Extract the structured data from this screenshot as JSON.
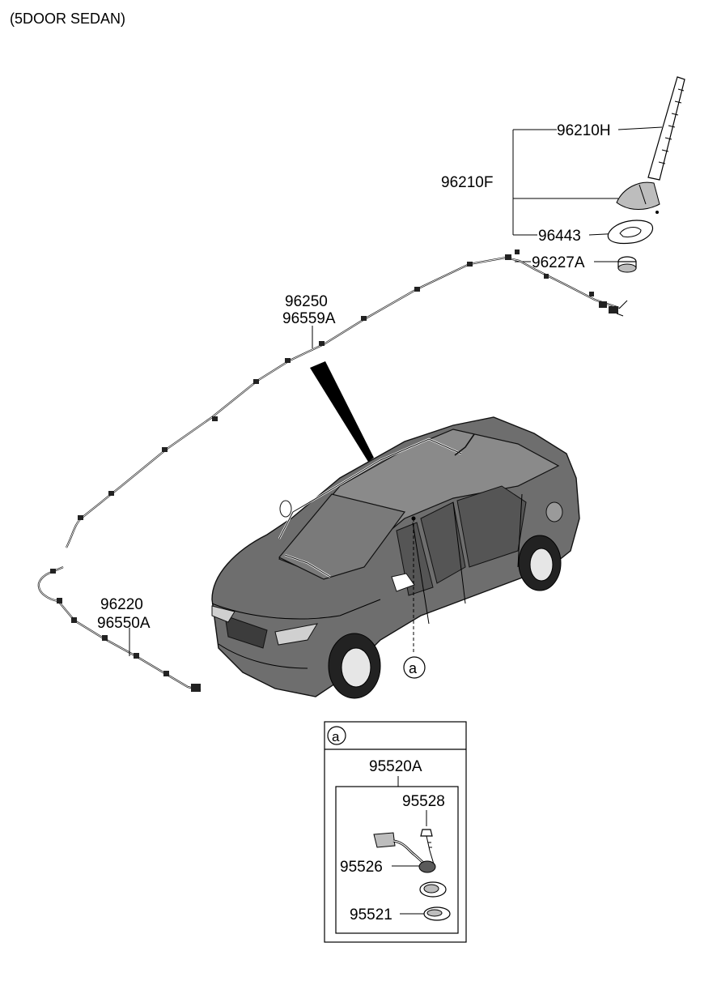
{
  "title": "(5DOOR SEDAN)",
  "parts": {
    "antenna_rod": "96210H",
    "antenna_assy": "96210F",
    "antenna_pad": "96443",
    "antenna_cap": "96227A",
    "roof_feeder": "96250",
    "roof_feeder_alt": "96559A",
    "main_feeder": "96220",
    "main_feeder_alt": "96550A",
    "callout_marker": "a"
  },
  "detail_a": {
    "marker": "a",
    "assy": "95520A",
    "bolt": "95528",
    "connector": "95526",
    "base": "95521"
  }
}
